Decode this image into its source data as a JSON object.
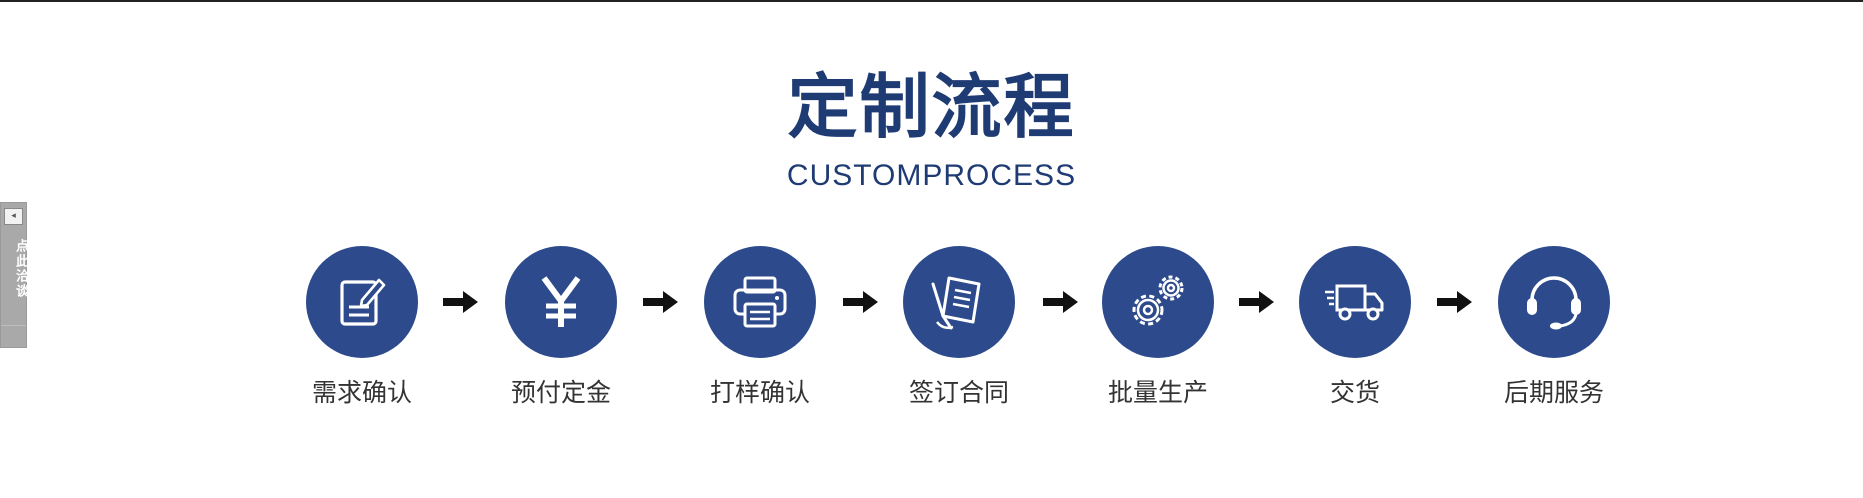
{
  "header": {
    "title": "定制流程",
    "subtitle": "CUSTOMPROCESS"
  },
  "side_tab": {
    "label": "点此洽谈",
    "collapse_glyph": "◂"
  },
  "steps": [
    {
      "label": "需求确认",
      "icon": "edit-document-icon"
    },
    {
      "label": "预付定金",
      "icon": "yuan-icon"
    },
    {
      "label": "打样确认",
      "icon": "printer-icon"
    },
    {
      "label": "签订合同",
      "icon": "contract-icon"
    },
    {
      "label": "批量生产",
      "icon": "gears-icon"
    },
    {
      "label": "交货",
      "icon": "delivery-truck-icon"
    },
    {
      "label": "后期服务",
      "icon": "headset-icon"
    }
  ],
  "colors": {
    "accent": "#1f3b73",
    "circle": "#2c4a8c",
    "label": "#333333",
    "arrow": "#111111"
  }
}
